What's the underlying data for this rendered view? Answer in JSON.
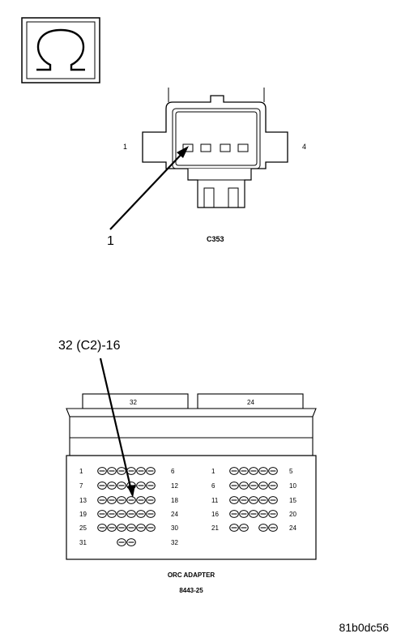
{
  "icon": {
    "name": "ohm-icon",
    "symbol": "Ω"
  },
  "connector_c353": {
    "name": "C353",
    "pin_start": "1",
    "pin_end": "4",
    "callout": "1"
  },
  "adapter": {
    "title": "ORC ADAPTER",
    "part_number": "8443-25",
    "callout": "32 (C2)-16",
    "left_header": "32",
    "right_header": "24",
    "left_rows": [
      {
        "start": "1",
        "end": "6"
      },
      {
        "start": "7",
        "end": "12"
      },
      {
        "start": "13",
        "end": "18"
      },
      {
        "start": "19",
        "end": "24"
      },
      {
        "start": "25",
        "end": "30"
      },
      {
        "start": "31",
        "end": "32"
      }
    ],
    "right_rows": [
      {
        "start": "1",
        "end": "5"
      },
      {
        "start": "6",
        "end": "10"
      },
      {
        "start": "11",
        "end": "15"
      },
      {
        "start": "16",
        "end": "20"
      },
      {
        "start": "21",
        "end": "24"
      }
    ]
  },
  "figure_id": "81b0dc56"
}
